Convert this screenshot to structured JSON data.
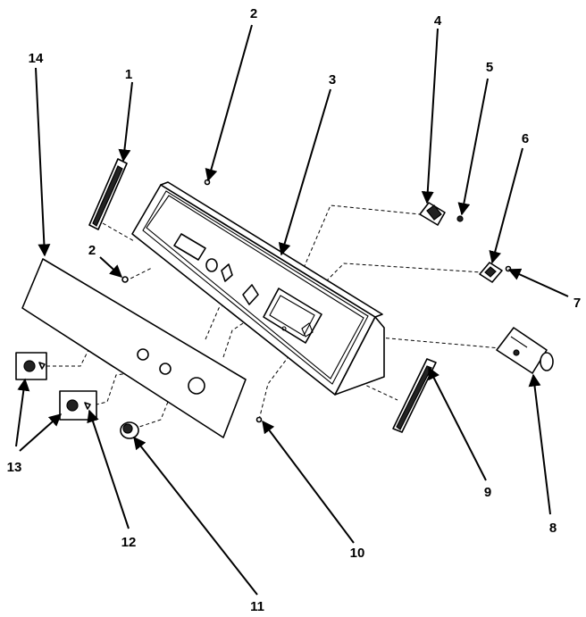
{
  "diagram": {
    "callouts": [
      {
        "id": "c1",
        "text": "1"
      },
      {
        "id": "c2a",
        "text": "2"
      },
      {
        "id": "c2b",
        "text": "2"
      },
      {
        "id": "c3",
        "text": "3"
      },
      {
        "id": "c4",
        "text": "4"
      },
      {
        "id": "c5",
        "text": "5"
      },
      {
        "id": "c6",
        "text": "6"
      },
      {
        "id": "c7",
        "text": "7"
      },
      {
        "id": "c8",
        "text": "8"
      },
      {
        "id": "c9",
        "text": "9"
      },
      {
        "id": "c10",
        "text": "10"
      },
      {
        "id": "c11",
        "text": "11"
      },
      {
        "id": "c12",
        "text": "12"
      },
      {
        "id": "c13",
        "text": "13"
      },
      {
        "id": "c14",
        "text": "14"
      }
    ]
  }
}
